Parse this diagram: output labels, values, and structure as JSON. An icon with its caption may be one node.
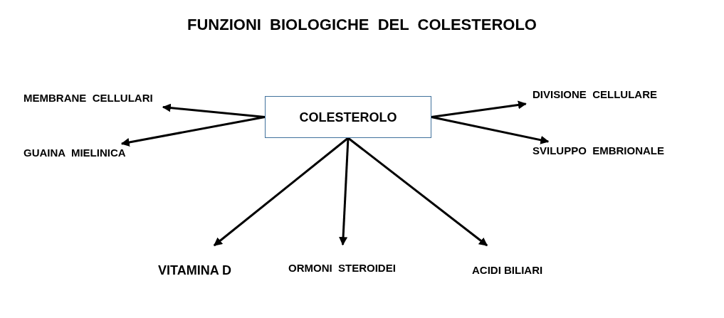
{
  "diagram": {
    "title": "FUNZIONI  BIOLOGICHE  DEL  COLESTEROLO",
    "nodes": [
      {
        "text": [
          "COLESTEROLO"
        ]
      },
      {
        "text": [
          "MEMBRANE  CELLULARI"
        ]
      },
      {
        "text": [
          "GUAINA  MIELINICA"
        ]
      },
      {
        "text": [
          "DIVISIONE  CELLULARE"
        ]
      },
      {
        "text": [
          "SVILUPPO  EMBRIONALE"
        ]
      },
      {
        "text": [
          "VITAMINA D"
        ]
      },
      {
        "text": [
          "ORMONI  STEROIDEI"
        ]
      },
      {
        "text": [
          "ACIDI BILIARI"
        ]
      }
    ],
    "edges": [
      {
        "from": 0,
        "to": 1,
        "arrow": "to"
      },
      {
        "from": 0,
        "to": 2,
        "arrow": "to"
      },
      {
        "from": 0,
        "to": 3,
        "arrow": "to"
      },
      {
        "from": 0,
        "to": 4,
        "arrow": "to"
      },
      {
        "from": 0,
        "to": 5,
        "arrow": "to"
      },
      {
        "from": 0,
        "to": 6,
        "arrow": "to"
      },
      {
        "from": 0,
        "to": 7,
        "arrow": "to"
      }
    ]
  }
}
